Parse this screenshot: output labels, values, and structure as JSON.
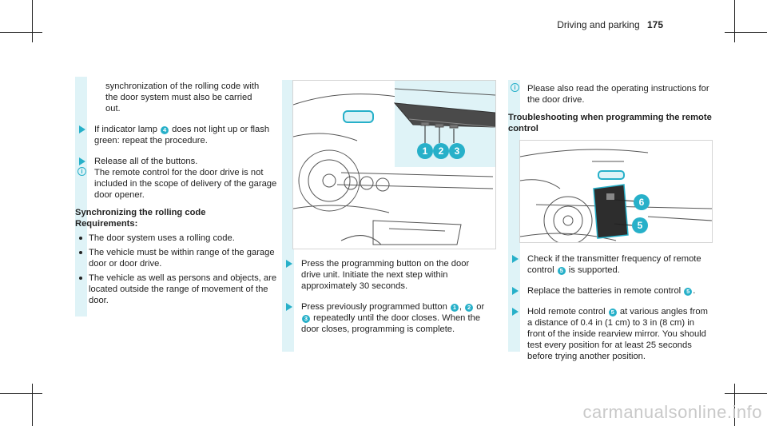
{
  "header": {
    "section": "Driving and parking",
    "page": "175"
  },
  "col1": {
    "intro": "synchronization of the rolling code with the door system must also be carried out.",
    "step1_pre": "If indicator lamp ",
    "step1_num": "4",
    "step1_post": " does not light up or flash green: repeat the procedure.",
    "step2": "Release all of the buttons.",
    "note": "The remote control for the door drive is not included in the scope of delivery of the garage door opener.",
    "heading": "Synchronizing the rolling code",
    "req_heading": "Requirements:",
    "bullets": [
      "The door system uses a rolling code.",
      "The vehicle must be within range of the garage door or door drive.",
      "The vehicle as well as persons and objects, are located outside the range of movement of the door."
    ]
  },
  "col2": {
    "figure_labels": [
      "1",
      "2",
      "3"
    ],
    "step1": "Press the programming button on the door drive unit. Initiate the next step within approximately 30 seconds.",
    "step2_pre": "Press previously programmed button ",
    "step2_n1": "1",
    "step2_mid1": ", ",
    "step2_n2": "2",
    "step2_mid2": " or ",
    "step2_n3": "3",
    "step2_post": " repeatedly until the door closes. When the door closes, programming is complete."
  },
  "col3": {
    "note": "Please also read the operating instructions for the door drive.",
    "heading": "Troubleshooting when programming the remote control",
    "figure_labels": [
      "6",
      "5"
    ],
    "step1_pre": "Check if the transmitter frequency of remote control ",
    "step1_num": "5",
    "step1_post": " is supported.",
    "step2_pre": "Replace the batteries in remote control ",
    "step2_num": "5",
    "step2_post": ".",
    "step3_pre": "Hold remote control ",
    "step3_num": "5",
    "step3_post": " at various angles from a distance of 0.4 in (1 cm) to 3 in (8 cm) in front of the inside rearview mirror. You should test every position for at least 25 seconds before trying another position."
  },
  "watermark": "carmanualsonline.info",
  "colors": {
    "accent": "#27b0c9",
    "bar": "#dff3f7"
  }
}
